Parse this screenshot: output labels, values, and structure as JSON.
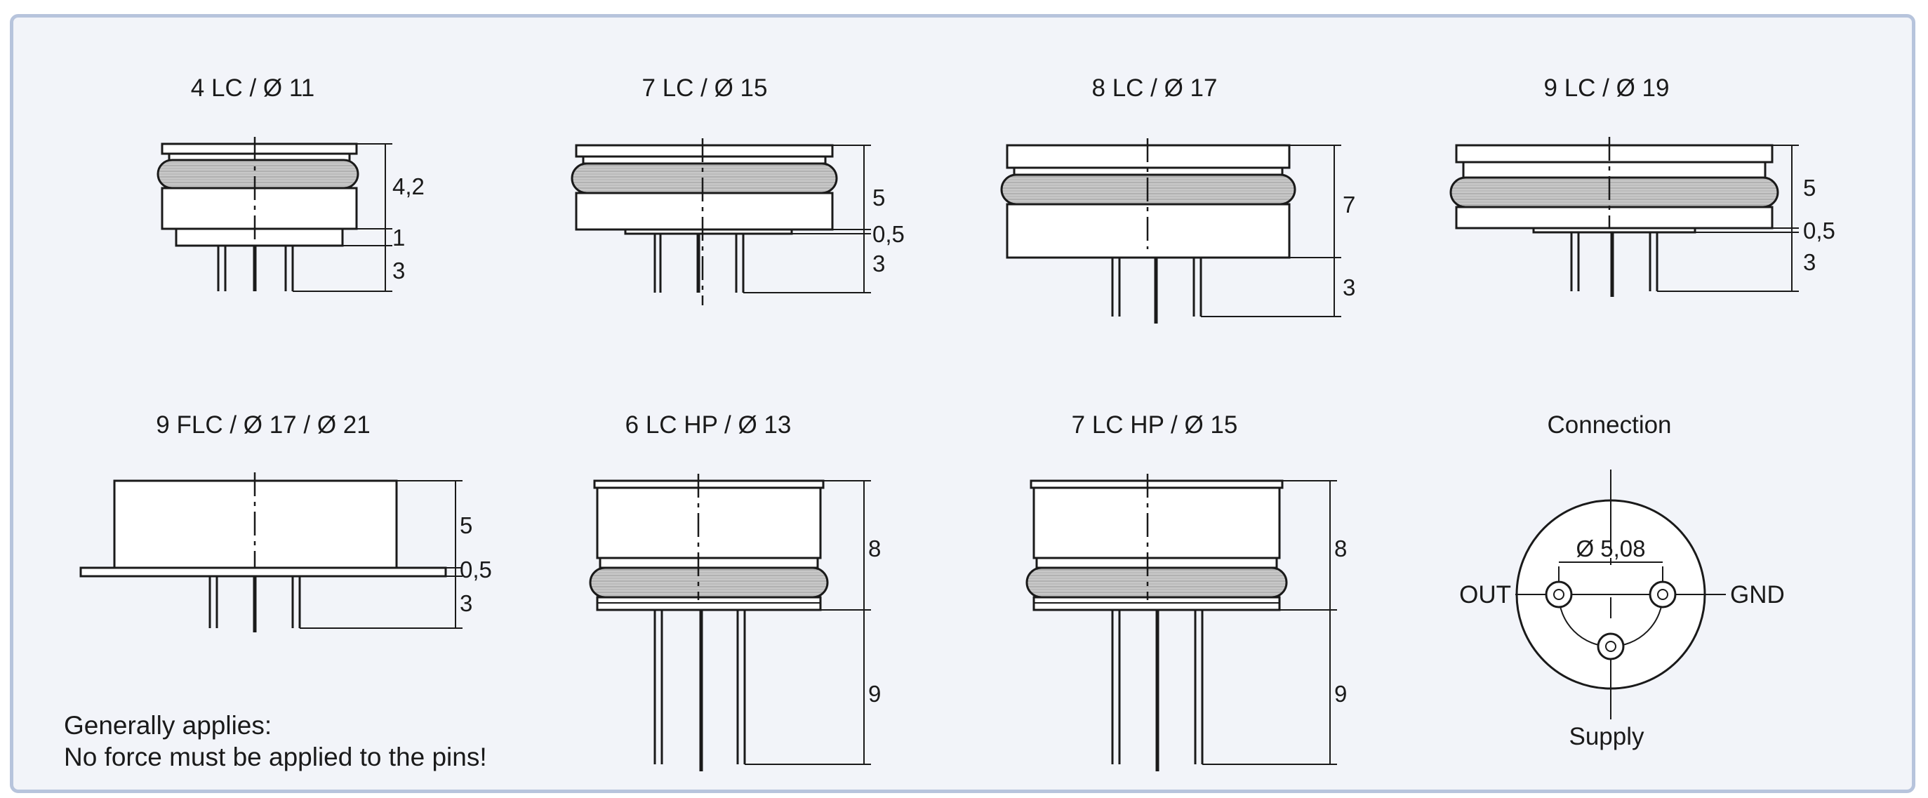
{
  "drawings": [
    {
      "title": "4 LC / Ø 11",
      "dims": [
        "4,2",
        "1",
        "3"
      ]
    },
    {
      "title": "7 LC / Ø 15",
      "dims": [
        "5",
        "0,5",
        "3"
      ]
    },
    {
      "title": "8 LC / Ø 17",
      "dims": [
        "7",
        "3"
      ]
    },
    {
      "title": "9 LC / Ø 19",
      "dims": [
        "5",
        "0,5",
        "3"
      ]
    },
    {
      "title": "9 FLC / Ø 17 / Ø 21",
      "dims": [
        "5",
        "0,5",
        "3"
      ]
    },
    {
      "title": "6 LC HP / Ø 13",
      "dims": [
        "8",
        "9"
      ]
    },
    {
      "title": "7 LC HP / Ø 15",
      "dims": [
        "8",
        "9"
      ]
    }
  ],
  "connection": {
    "title": "Connection",
    "pitch": "Ø 5,08",
    "out": "OUT",
    "gnd": "GND",
    "supply": "Supply"
  },
  "notes": {
    "line1": "Generally applies:",
    "line2": "No force must be applied to the pins!"
  },
  "colors": {
    "line": "#1a1a1a",
    "oring": "#c8c8c8",
    "body": "#ffffff",
    "panel": "#f2f4f9",
    "border": "#b7c4dc"
  }
}
